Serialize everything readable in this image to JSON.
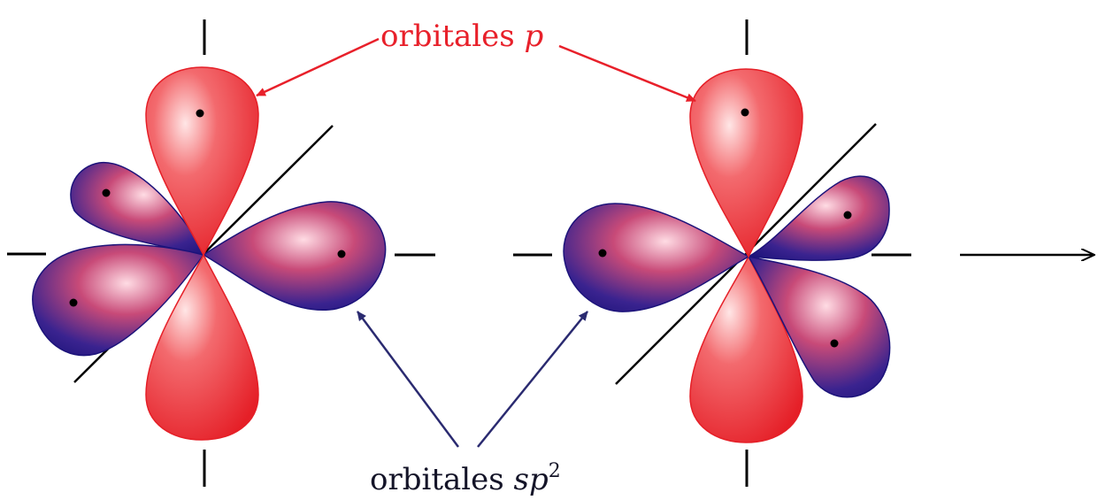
{
  "labels": {
    "p": {
      "text": "orbitales ",
      "symbol": "p",
      "color": "#e8202a"
    },
    "sp2": {
      "text": "orbitales ",
      "symbol": "sp",
      "sup": "2",
      "color": "#141428"
    }
  },
  "colors": {
    "p_lobe": "#ea2a2f",
    "sp2_lobe": "#2b1e8c",
    "axis": "#000000",
    "p_arrow": "#e8202a",
    "sp2_arrow": "#2a2a70"
  }
}
